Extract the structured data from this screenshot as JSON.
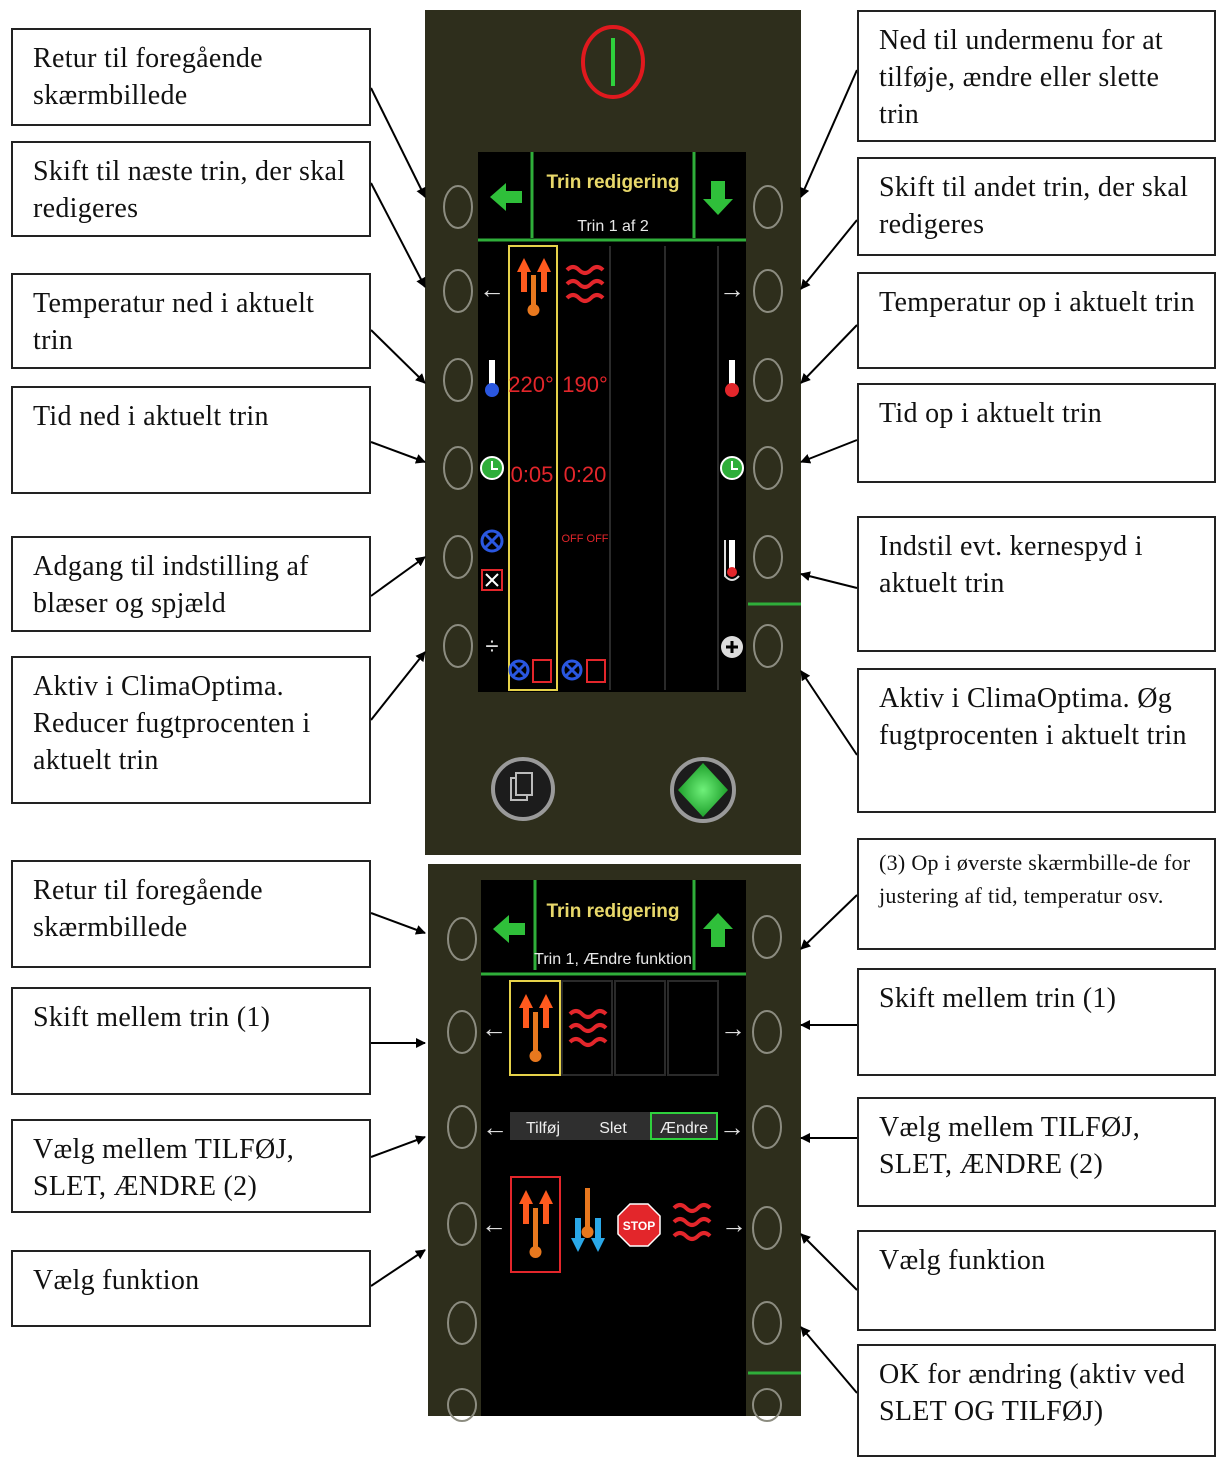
{
  "callouts": {
    "top_left": [
      "Retur til foregående skærmbillede",
      "Skift til næste trin, der skal redigeres",
      "Temperatur ned i aktuelt trin",
      "Tid ned i aktuelt trin",
      "Adgang til indstilling af blæser og spjæld",
      "Aktiv i ClimaOptima. Reducer fugtprocenten i aktuelt trin"
    ],
    "top_right": [
      "Ned til undermenu for at tilføje, ændre eller slette trin",
      "Skift til andet trin, der skal redigeres",
      "Temperatur op i aktuelt trin",
      "Tid op i aktuelt trin",
      "Indstil evt. kernespyd i aktuelt trin",
      "Aktiv i ClimaOptima. Øg fugtprocenten i aktuelt trin"
    ],
    "bottom_left": [
      "Retur til foregående skærmbillede",
      "Skift mellem trin (1)",
      "Vælg mellem TILFØJ, SLET, ÆNDRE (2)",
      "Vælg funktion"
    ],
    "bottom_right": [
      "(3) Op i øverste skærmbille-de for justering af tid, temperatur osv.",
      "Skift mellem trin (1)",
      "Vælg mellem TILFØJ, SLET, ÆNDRE (2)",
      "Vælg funktion",
      "OK for ændring (aktiv ved SLET OG TILFØJ)"
    ]
  },
  "screen1": {
    "title": "Trin redigering",
    "subtitle": "Trin 1 af 2",
    "step1": {
      "temp": "220°",
      "time": "0:05"
    },
    "step2": {
      "temp": "190°",
      "time": "0:20",
      "damper": "OFF OFF"
    }
  },
  "screen2": {
    "title": "Trin redigering",
    "subtitle": "Trin 1, Ændre funktion",
    "options": [
      "Tilføj",
      "Slet",
      "Ændre"
    ],
    "stop_label": "STOP"
  },
  "colors": {
    "panel": "#2e2e1c",
    "screen": "#000000",
    "accent_green": "#2fae3a",
    "title_yellow": "#e8d86a",
    "red_text": "#e3262b",
    "power_ring": "#e0191e"
  }
}
